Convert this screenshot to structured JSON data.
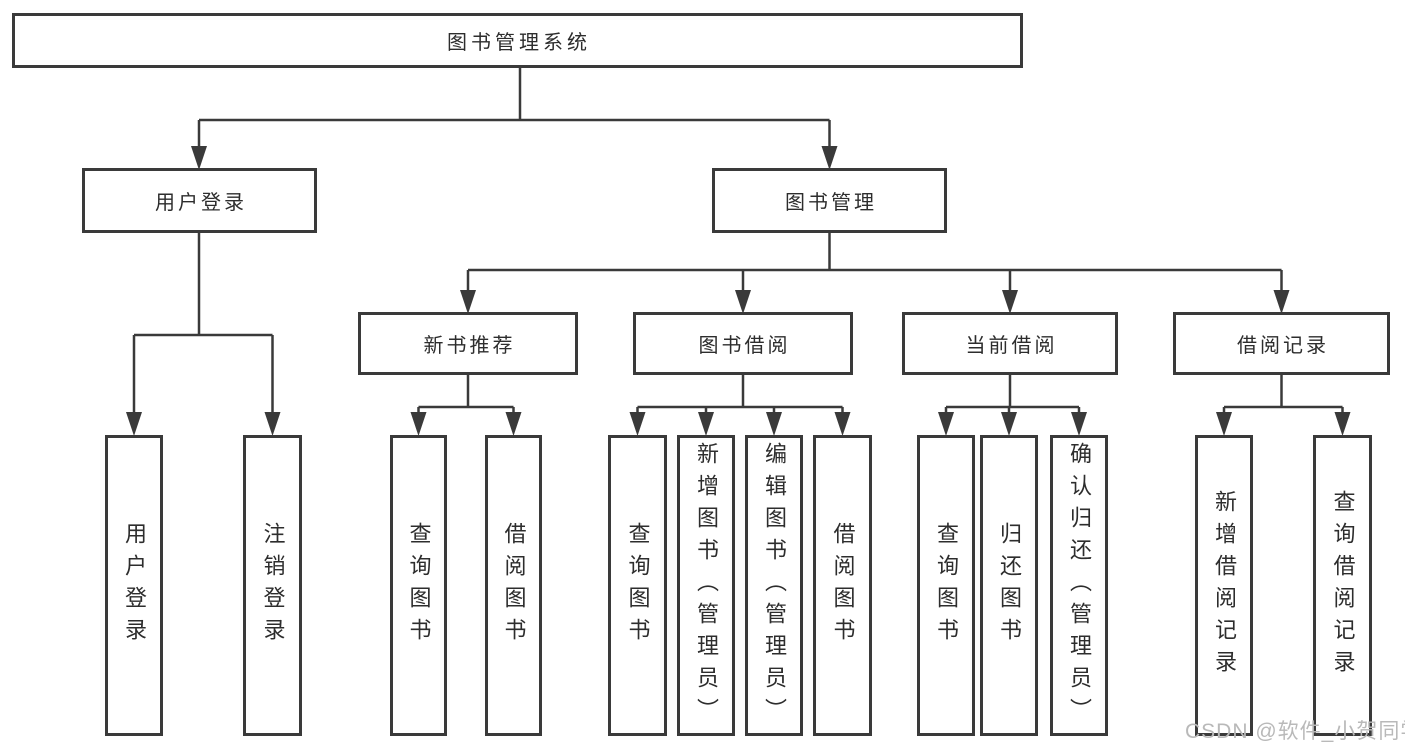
{
  "diagram": {
    "type": "hierarchy-tree",
    "root": {
      "label": "图书管理系统"
    },
    "level2": [
      {
        "label": "用户登录",
        "parent": "图书管理系统"
      },
      {
        "label": "图书管理",
        "parent": "图书管理系统"
      }
    ],
    "level3": [
      {
        "label": "新书推荐",
        "parent": "图书管理"
      },
      {
        "label": "图书借阅",
        "parent": "图书管理"
      },
      {
        "label": "当前借阅",
        "parent": "图书管理"
      },
      {
        "label": "借阅记录",
        "parent": "图书管理"
      }
    ],
    "leaves": [
      {
        "label": "用户登录",
        "parent": "用户登录"
      },
      {
        "label": "注销登录",
        "parent": "用户登录"
      },
      {
        "label": "查询图书",
        "parent": "新书推荐"
      },
      {
        "label": "借阅图书",
        "parent": "新书推荐"
      },
      {
        "label": "查询图书",
        "parent": "图书借阅"
      },
      {
        "label": "新增图书（管理员）",
        "parent": "图书借阅"
      },
      {
        "label": "编辑图书（管理员）",
        "parent": "图书借阅"
      },
      {
        "label": "借阅图书",
        "parent": "图书借阅"
      },
      {
        "label": "查询图书",
        "parent": "当前借阅"
      },
      {
        "label": "归还图书",
        "parent": "当前借阅"
      },
      {
        "label": "确认归还（管理员）",
        "parent": "当前借阅"
      },
      {
        "label": "新增借阅记录",
        "parent": "借阅记录"
      },
      {
        "label": "查询借阅记录",
        "parent": "借阅记录"
      }
    ]
  },
  "watermark": {
    "text": "CSDN @软件_小贺同学"
  },
  "colors": {
    "line": "#3a3a3a",
    "text": "#2d2d2d",
    "box_fill": "#ffffff",
    "background": "#ffffff",
    "watermark": "#b9b9b9"
  }
}
